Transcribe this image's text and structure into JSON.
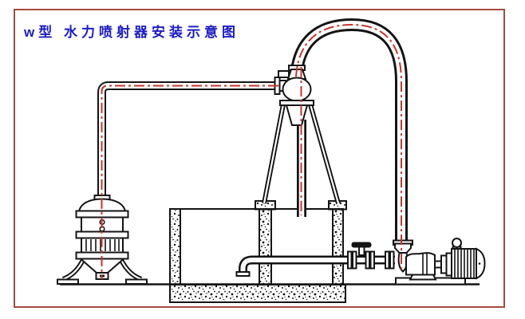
{
  "title": {
    "text": "w型 水力喷射器安装示意图"
  },
  "colors": {
    "background": "#ffffff",
    "border": "#a34b40",
    "title_blue": "#1b1bc6",
    "line_black": "#141414",
    "centerline_red": "#c9342a"
  },
  "components": [
    "jet-ejector-on-tripod",
    "vacuum-pipe-left-circuit",
    "pump-discharge-arch-pipe",
    "ejector-discharge-pipe",
    "w-type-ejector-unit",
    "concrete-water-tank",
    "tank-suction-pipe-with-elbow",
    "gate-valve",
    "pipe-flanges",
    "centrifugal-pump",
    "electric-motor",
    "ground-line"
  ]
}
